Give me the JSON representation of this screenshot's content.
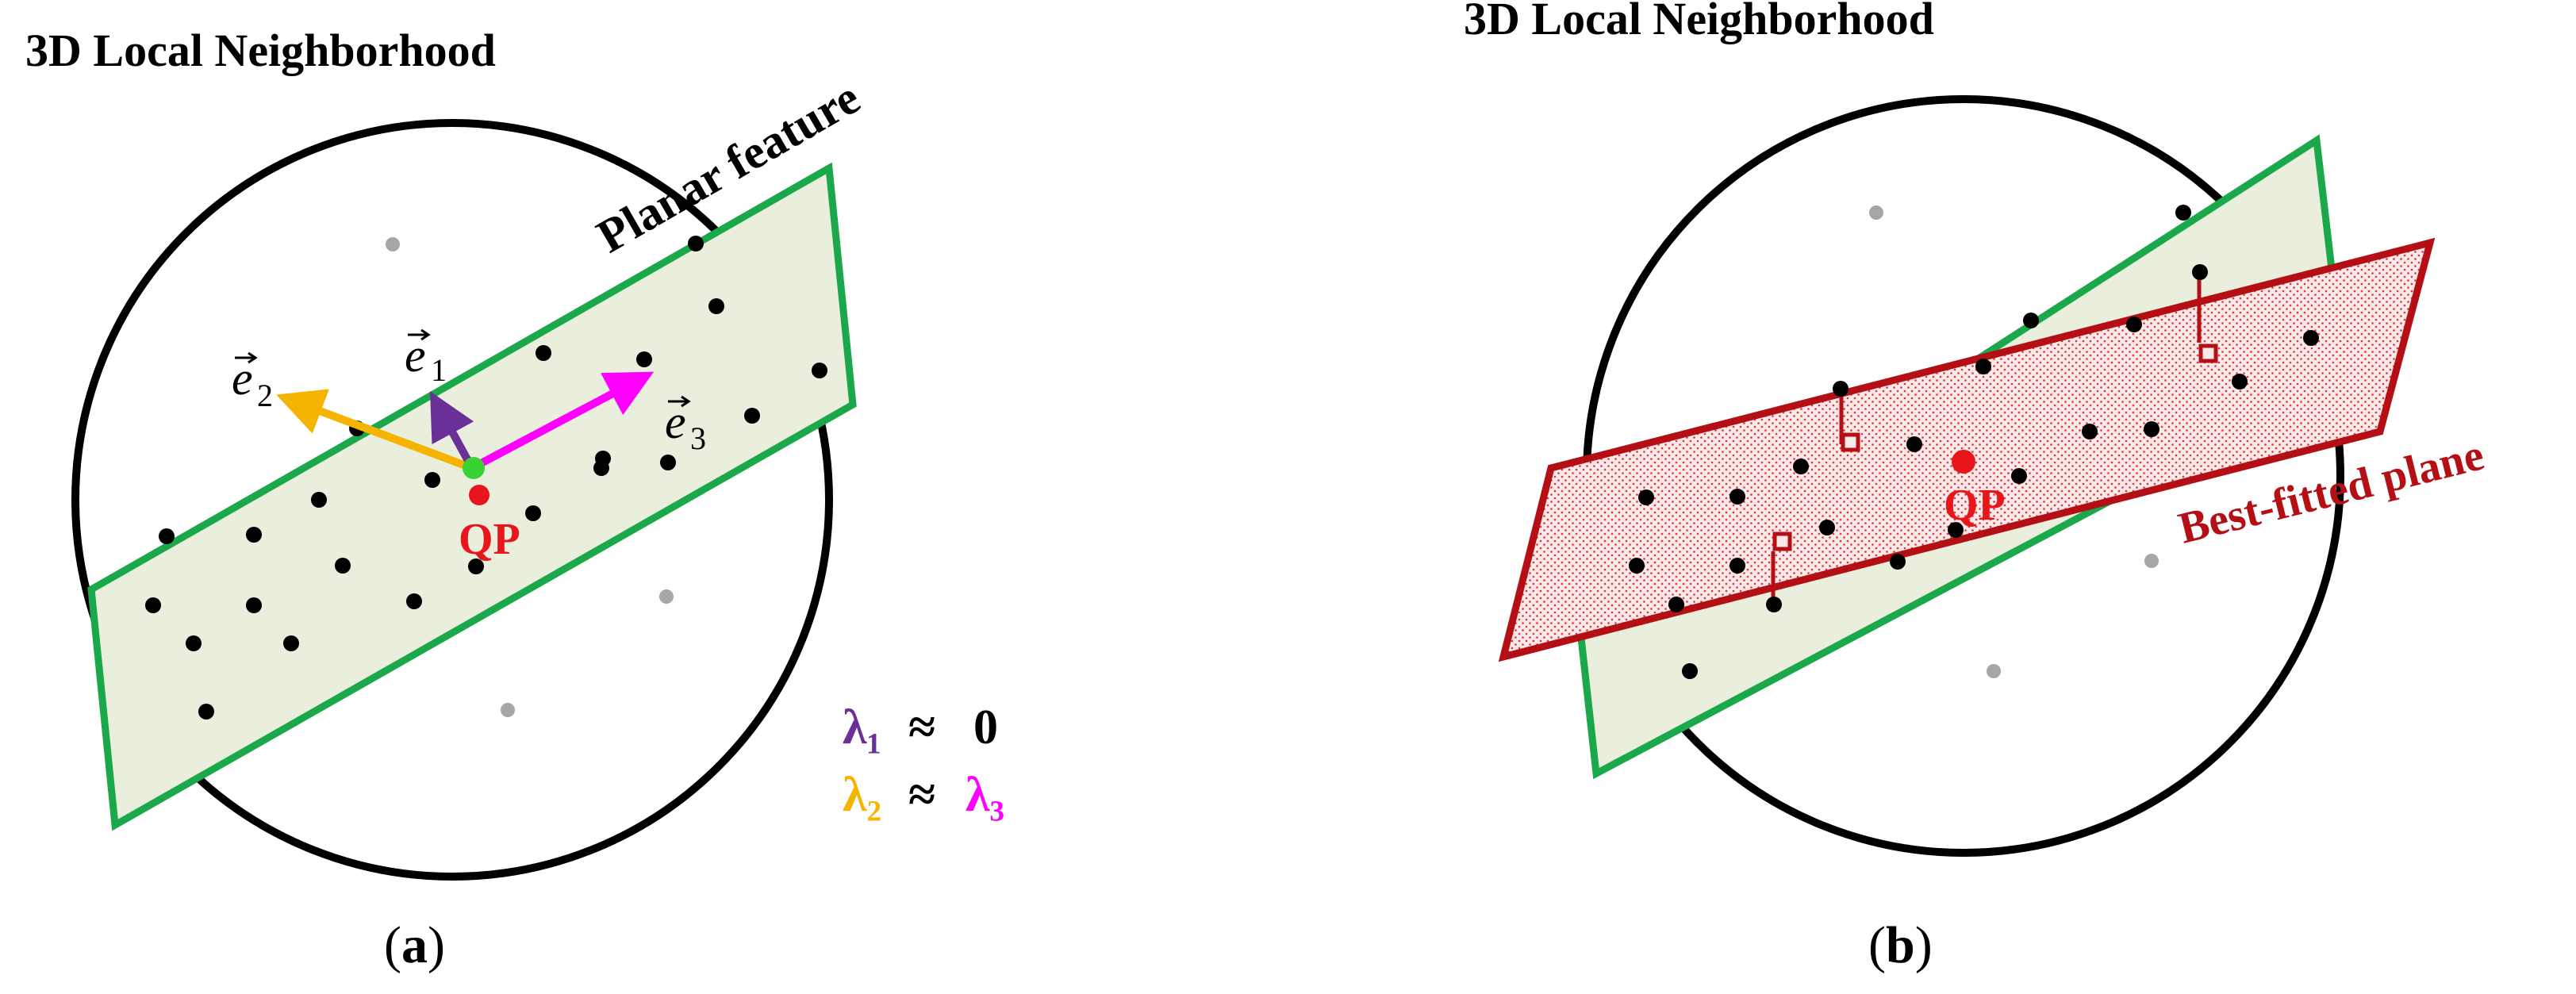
{
  "panel_a": {
    "title": "3D Local Neighborhood",
    "plane_label": "Planar feature",
    "qp_label": "QP",
    "vectors": {
      "e1": {
        "letter": "e",
        "sub": "1"
      },
      "e2": {
        "letter": "e",
        "sub": "2"
      },
      "e3": {
        "letter": "e",
        "sub": "3"
      }
    },
    "eigen": {
      "l1": "λ₁",
      "approx_1": "≈",
      "zero": "0",
      "l2": "λ₂",
      "approx_2": "≈",
      "l3": "λ₃"
    },
    "caption_open": "(",
    "caption_letter": "a",
    "caption_close": ")"
  },
  "panel_b": {
    "title": "3D Local Neighborhood",
    "plane_label": "Best-fitted plane",
    "qp_label": "QP",
    "caption_open": "(",
    "caption_letter": "b",
    "caption_close": ")"
  },
  "colors": {
    "plane_fill": "#e9eedd",
    "plane_edge": "#1aa84a",
    "best_fit": "#b40f14",
    "qp": "#e8161b",
    "e1": "#6b2f98",
    "e2": "#f5b400",
    "e3": "#ff00ff",
    "gray_point": "#a6a6a6"
  }
}
